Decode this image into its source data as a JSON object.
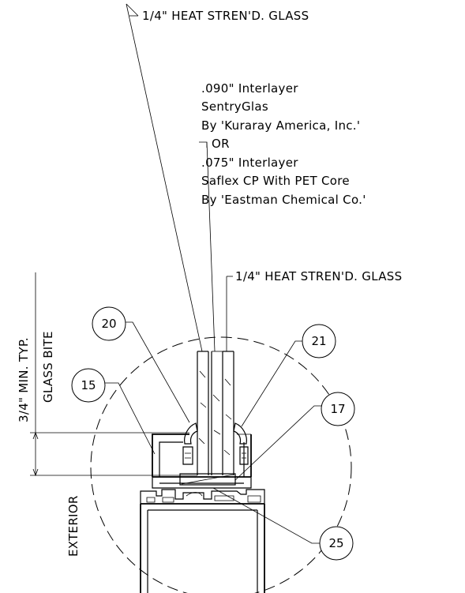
{
  "labels": {
    "outer_glass": "1/4\" HEAT STREN'D. GLASS",
    "interlayer_1_line1": ".090\" Interlayer",
    "interlayer_1_line2": "SentryGlas",
    "interlayer_1_line3": "By 'Kuraray America, Inc.'",
    "or": "OR",
    "interlayer_2_line1": ".075\" Interlayer",
    "interlayer_2_line2": "Saflex CP With PET Core",
    "interlayer_2_line3": "By 'Eastman Chemical Co.'",
    "inner_glass": "1/4\" HEAT STREN'D. GLASS",
    "min_typ": "3/4\" MIN. TYP.",
    "glass_bite": "GLASS BITE",
    "exterior": "EXTERIOR"
  },
  "callouts": {
    "c20": "20",
    "c21": "21",
    "c15": "15",
    "c17": "17",
    "c25": "25"
  }
}
